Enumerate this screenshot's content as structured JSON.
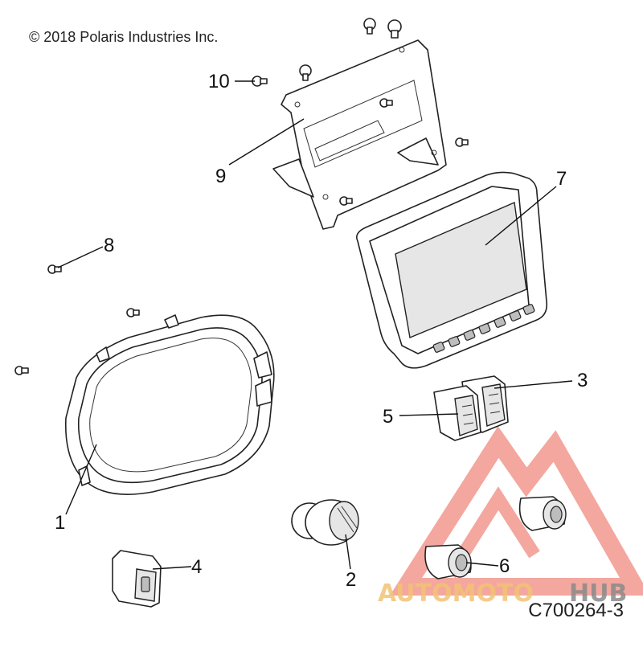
{
  "copyright": "© 2018 Polaris Industries Inc.",
  "drawing_number": "C700264-3",
  "watermark": {
    "brand_left": "AUTOMOTO",
    "brand_right": "HUB",
    "color_primary": "#f08a7e",
    "color_text_left": "#f3c276",
    "color_text_right": "#8a8a8a"
  },
  "callouts": [
    {
      "id": "c1",
      "label": "1"
    },
    {
      "id": "c2",
      "label": "2"
    },
    {
      "id": "c3",
      "label": "3"
    },
    {
      "id": "c4",
      "label": "4"
    },
    {
      "id": "c5",
      "label": "5"
    },
    {
      "id": "c6",
      "label": "6"
    },
    {
      "id": "c7",
      "label": "7"
    },
    {
      "id": "c8",
      "label": "8"
    },
    {
      "id": "c9",
      "label": "9"
    },
    {
      "id": "c10",
      "label": "10"
    }
  ],
  "parts": [
    {
      "ref": "1",
      "icon": "instrument-cluster-icon"
    },
    {
      "ref": "2",
      "icon": "rotary-knob-icon"
    },
    {
      "ref": "3",
      "icon": "rocker-switch-icon"
    },
    {
      "ref": "4",
      "icon": "rocker-switch-icon"
    },
    {
      "ref": "5",
      "icon": "rocker-switch-icon"
    },
    {
      "ref": "6",
      "icon": "power-outlet-icon"
    },
    {
      "ref": "7",
      "icon": "display-screen-icon"
    },
    {
      "ref": "8",
      "icon": "screw-icon"
    },
    {
      "ref": "9",
      "icon": "mounting-bracket-icon"
    },
    {
      "ref": "10",
      "icon": "screw-icon"
    }
  ]
}
